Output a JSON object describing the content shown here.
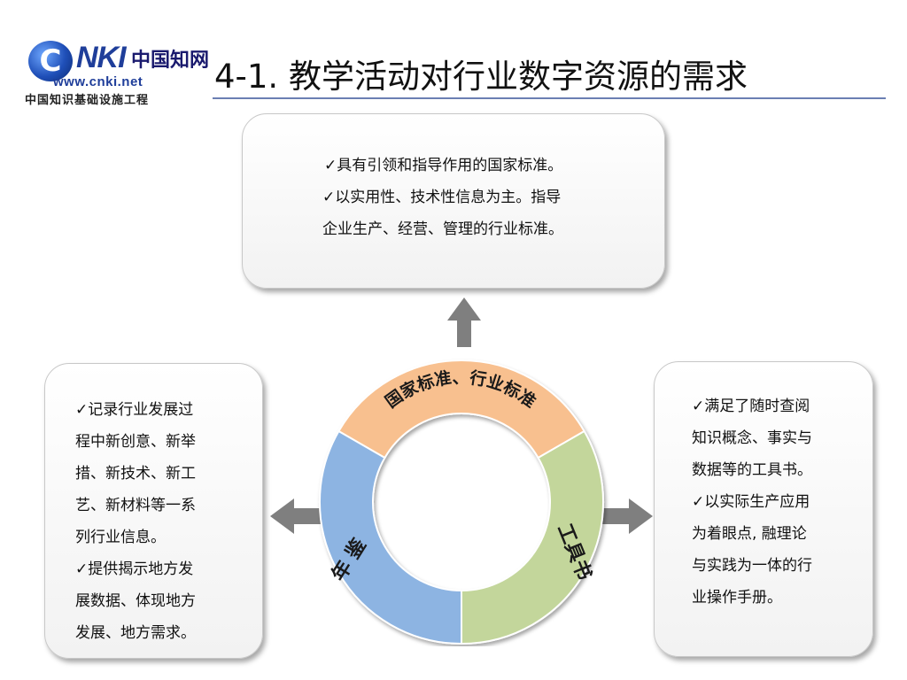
{
  "logo": {
    "letter": "C",
    "brand": "NKI",
    "brand_cn": "中国知网",
    "url": "www.cnki.net",
    "subtitle": "中国知识基础设施工程"
  },
  "title": "4-1. 教学活动对行业数字资源的需求",
  "boxes": {
    "top": [
      "✓具有引领和指导作用的国家标准。",
      "✓以实用性、技术性信息为主。指导",
      "企业生产、经营、管理的行业标准。"
    ],
    "left": [
      "✓记录行业发展过",
      "程中新创意、新举",
      "措、新技术、新工",
      "艺、新材料等一系",
      "列行业信息。",
      "✓提供揭示地方发",
      "展数据、体现地方",
      "发展、地方需求。"
    ],
    "right": [
      "✓满足了随时查阅",
      "知识概念、事实与",
      "数据等的工具书。",
      "✓以实际生产应用",
      "为着眼点, 融理论",
      "与实践为一体的行",
      "业操作手册。"
    ]
  },
  "ring": {
    "top_label": "国家标准、行业标准",
    "right_label": "工具书",
    "left_label": "年 鉴"
  },
  "colors": {
    "top_segment": "#f8c08f",
    "right_segment": "#c3d69b",
    "left_segment": "#8db4e2",
    "arrow": "#7f7f7f",
    "title_rule": "#6b7fb3"
  }
}
